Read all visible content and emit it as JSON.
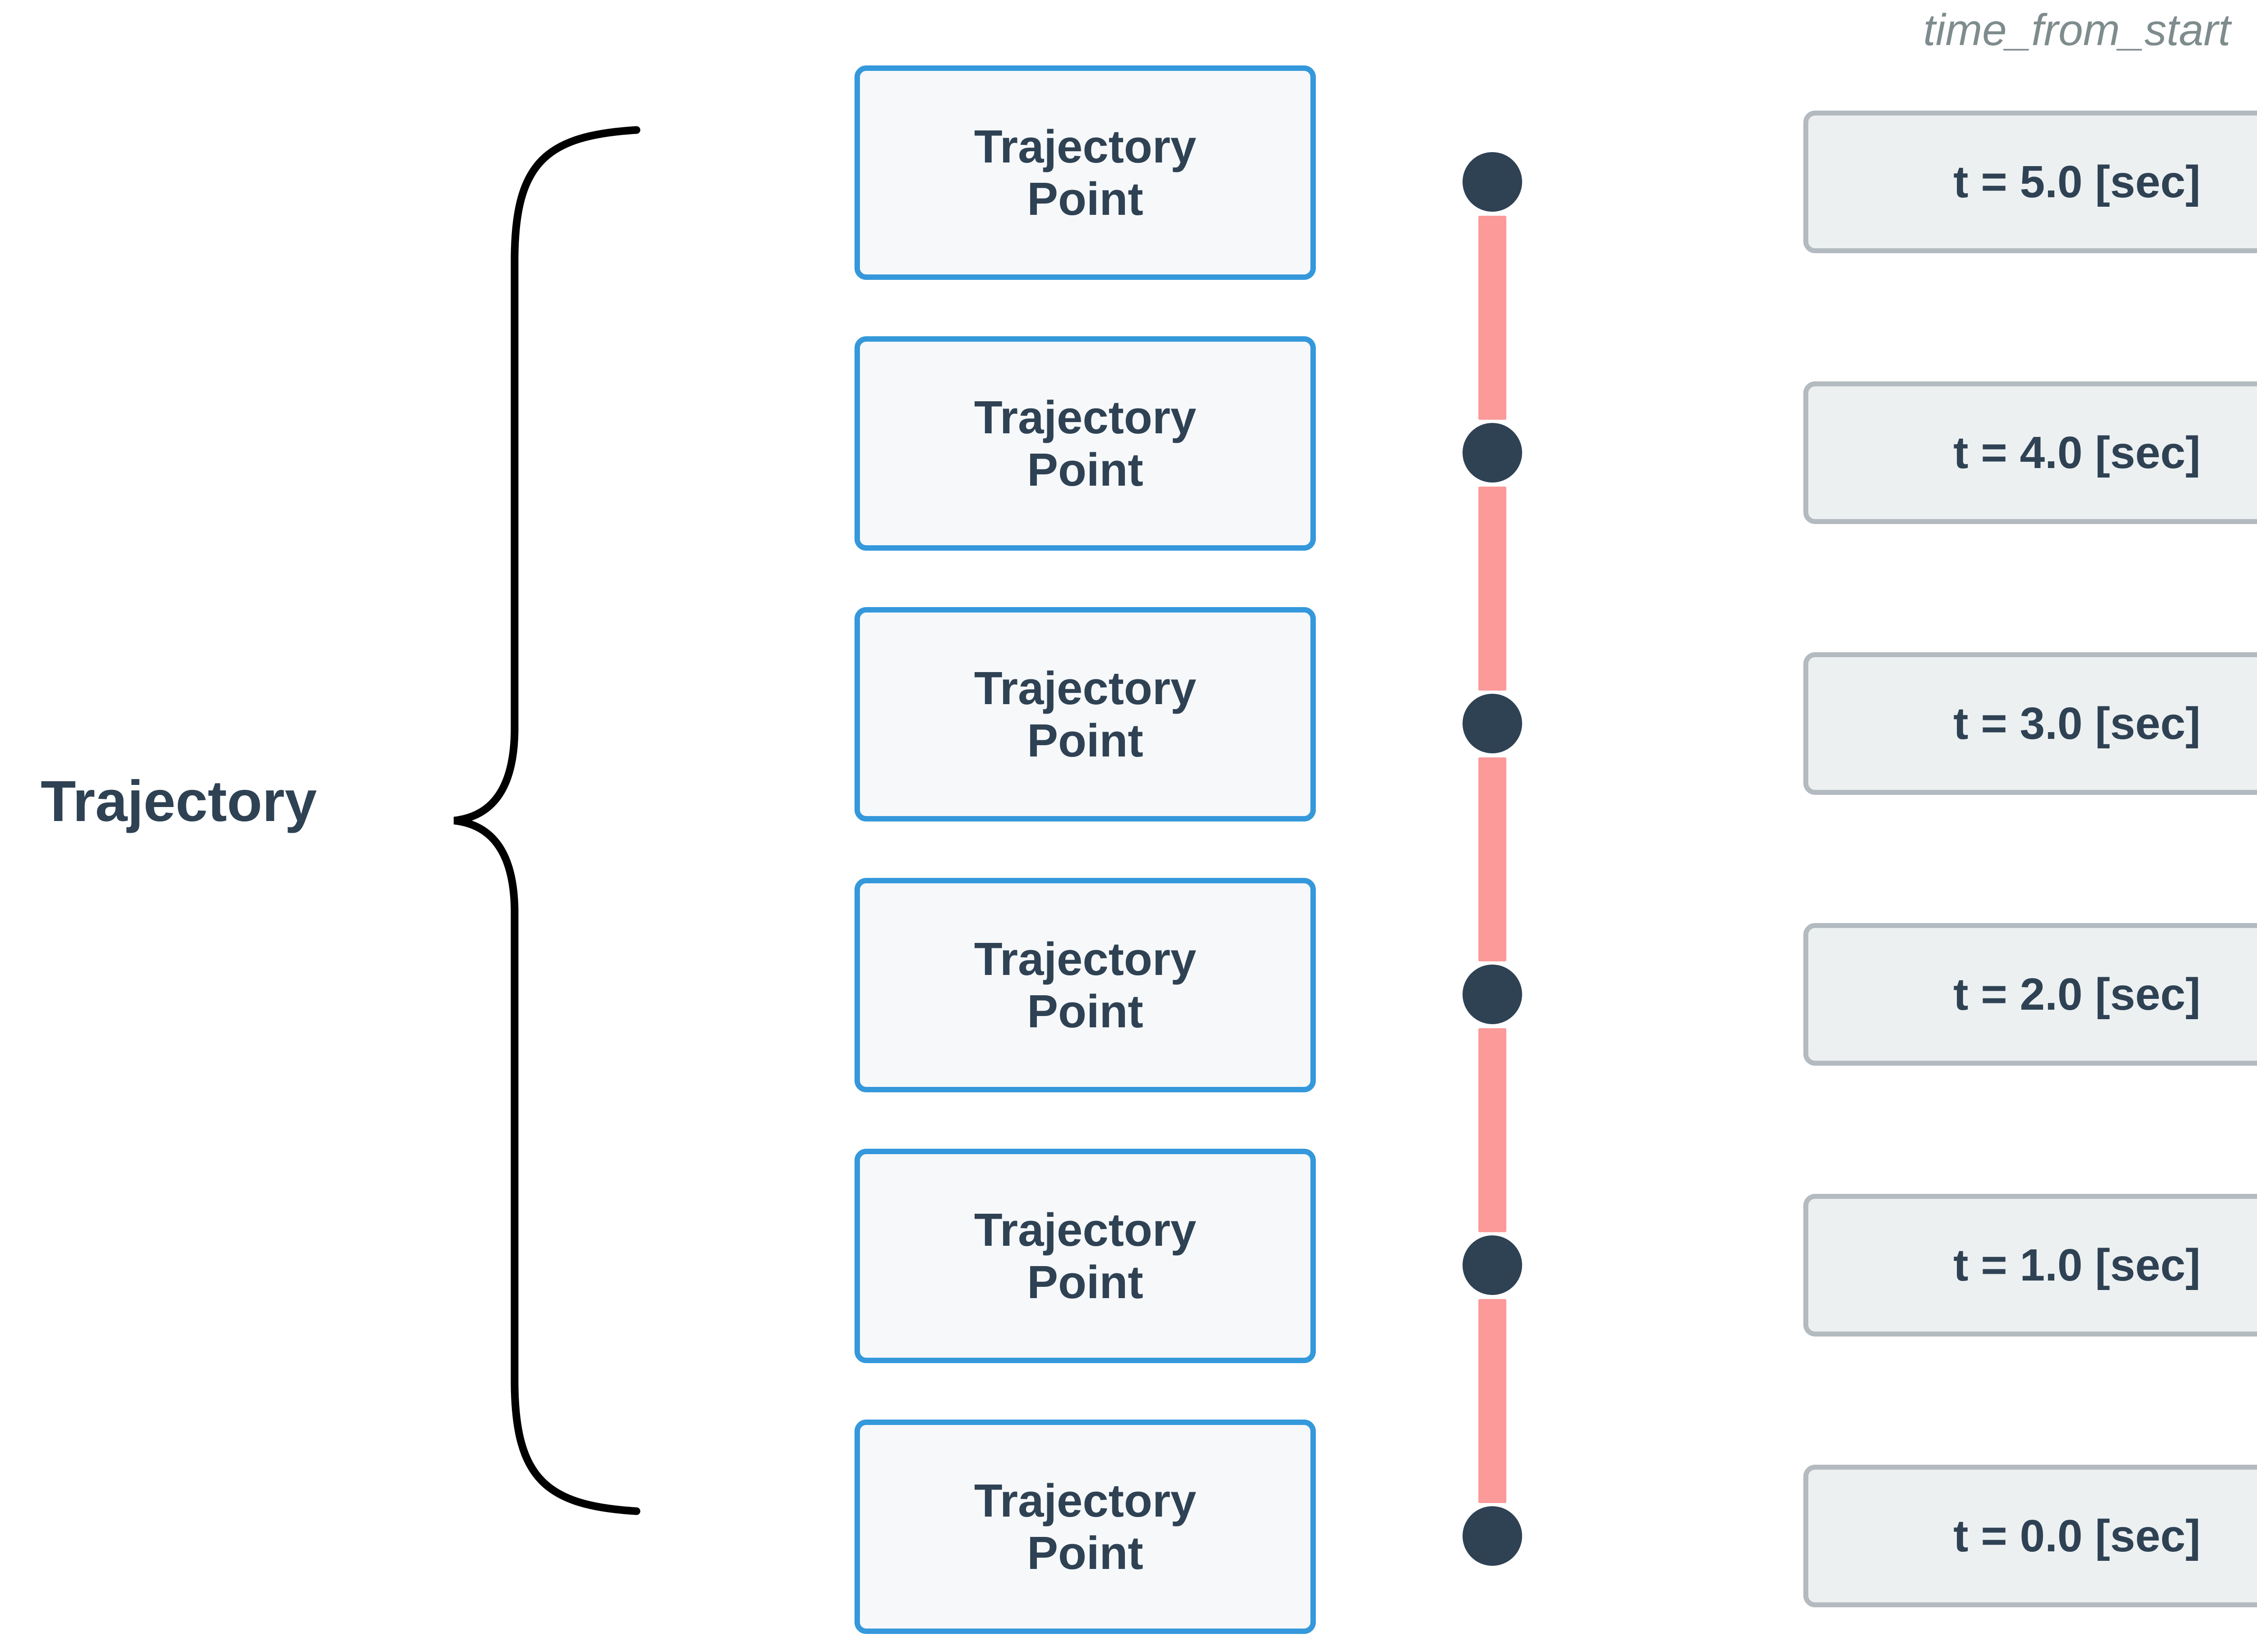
{
  "diagram": {
    "group_label": "Trajectory",
    "time_column_header": "time_from_start",
    "point_label_line1": "Trajectory",
    "point_label_line2": "Point",
    "colors": {
      "point_box_border": "#3498db",
      "point_box_fill": "#f6f8fa",
      "text_dark": "#2f4254",
      "timeline_segment": "#fc9a9a",
      "timeline_dot": "#2f4254",
      "time_box_border": "#b3bac0",
      "time_box_fill": "#ecf0f1",
      "header_text": "#7f8c8d",
      "brace_stroke": "#000000",
      "background": "#ffffff"
    },
    "points": [
      {
        "index": 0,
        "label_line1": "Trajectory",
        "label_line2": "Point",
        "time": "t = 5.0 [sec]",
        "time_value": 5.0
      },
      {
        "index": 1,
        "label_line1": "Trajectory",
        "label_line2": "Point",
        "time": "t = 4.0 [sec]",
        "time_value": 4.0
      },
      {
        "index": 2,
        "label_line1": "Trajectory",
        "label_line2": "Point",
        "time": "t = 3.0 [sec]",
        "time_value": 3.0
      },
      {
        "index": 3,
        "label_line1": "Trajectory",
        "label_line2": "Point",
        "time": "t = 2.0 [sec]",
        "time_value": 2.0
      },
      {
        "index": 4,
        "label_line1": "Trajectory",
        "label_line2": "Point",
        "time": "t = 1.0 [sec]",
        "time_value": 1.0
      },
      {
        "index": 5,
        "label_line1": "Trajectory",
        "label_line2": "Point",
        "time": "t = 0.0 [sec]",
        "time_value": 0.0
      }
    ],
    "time_unit": "sec",
    "point_count": 6
  }
}
